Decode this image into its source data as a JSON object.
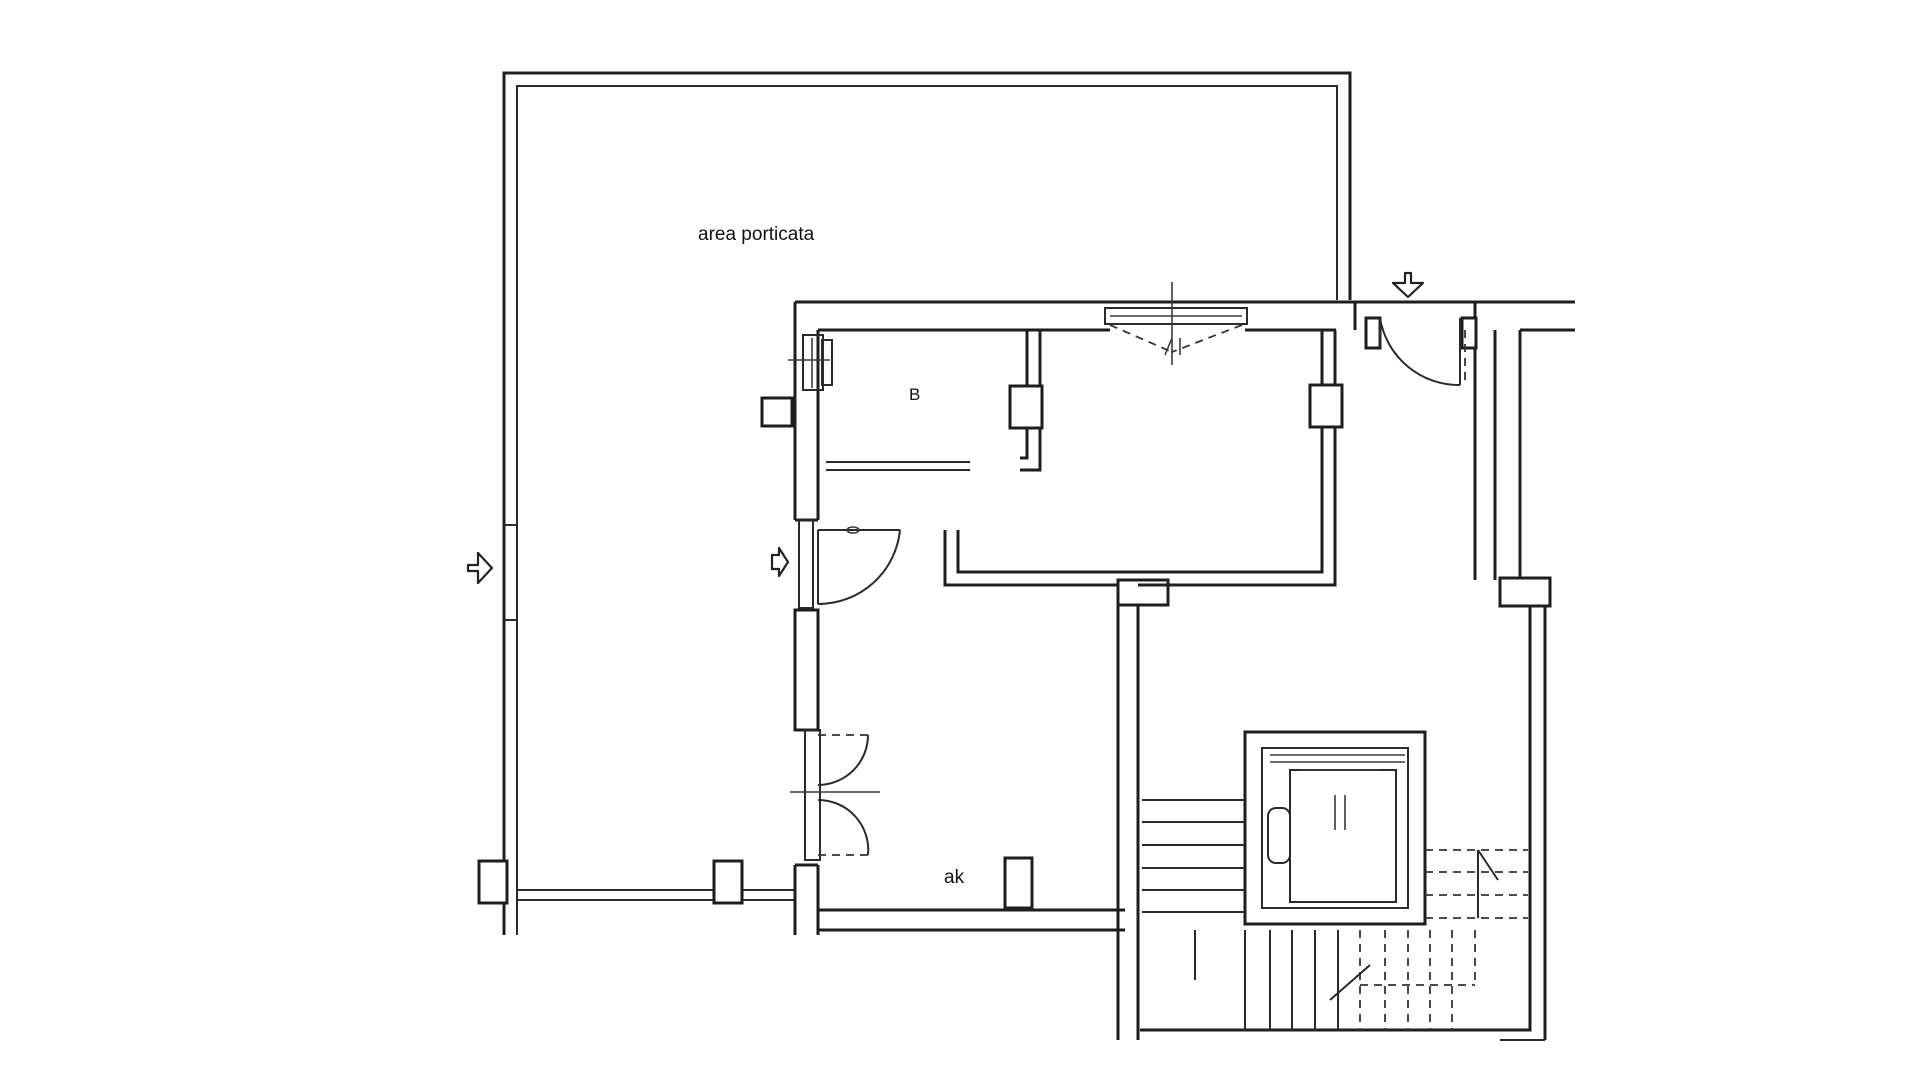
{
  "labels": {
    "porch": "area porticata",
    "room_b": "B",
    "room_ak": "ak"
  }
}
